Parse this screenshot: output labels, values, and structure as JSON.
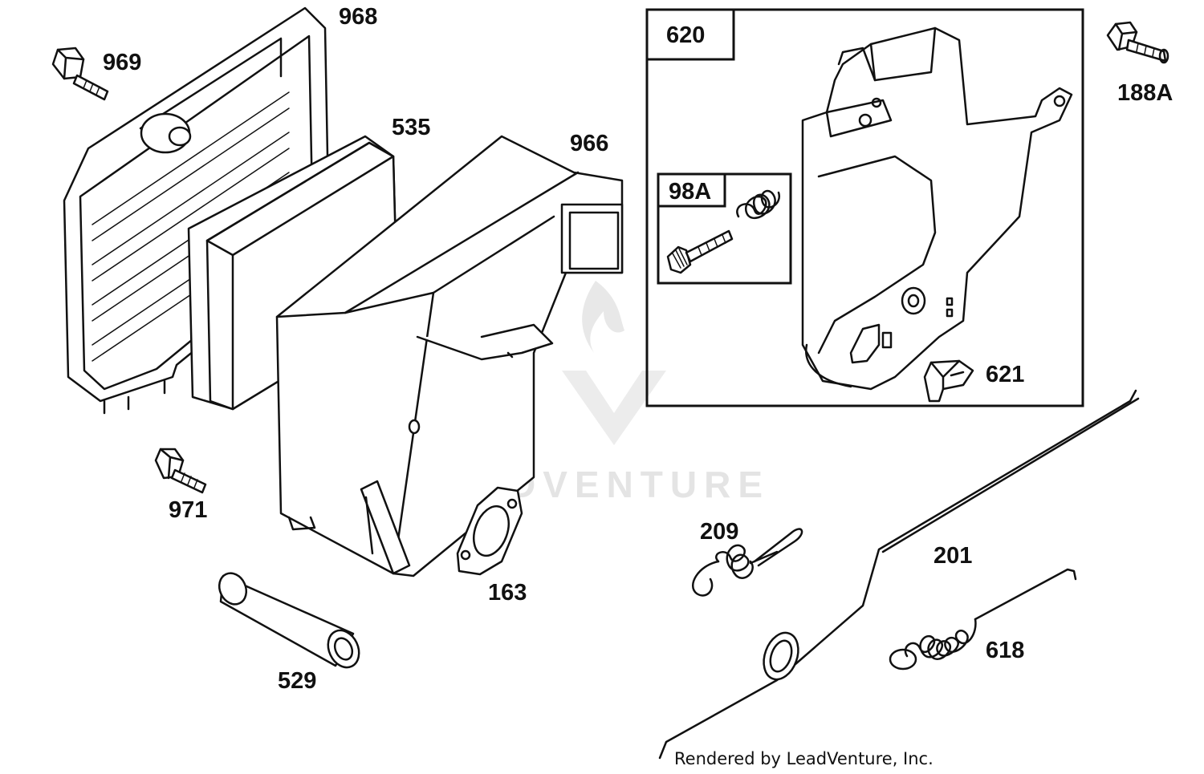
{
  "watermark": "LEADVENTURE",
  "footer": "Rendered by LeadVenture, Inc.",
  "callouts": {
    "p968": "968",
    "p969": "969",
    "p535": "535",
    "p966": "966",
    "p620": "620",
    "p98a": "98A",
    "p188a": "188A",
    "p621": "621",
    "p971": "971",
    "p163": "163",
    "p209": "209",
    "p201": "201",
    "p618": "618",
    "p529": "529"
  },
  "icons": {
    "watermark": "flame-v-logo-icon"
  }
}
